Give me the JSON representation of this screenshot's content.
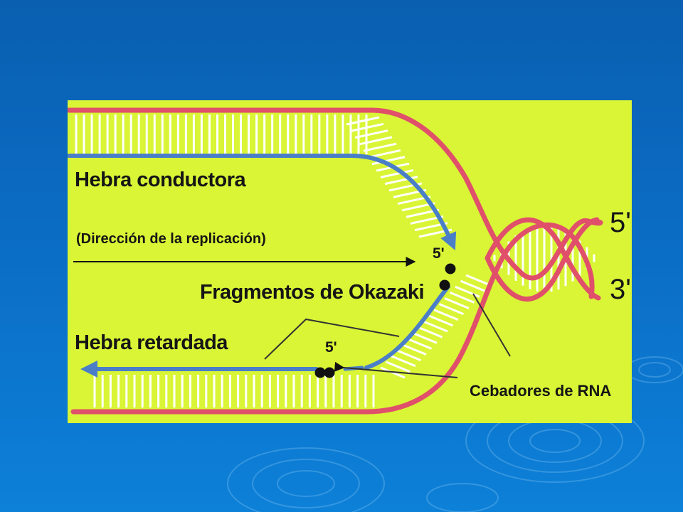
{
  "diagram": {
    "labels": {
      "leading_strand": "Hebra conductora",
      "replication_direction": "(Dirección de la replicación)",
      "okazaki_fragments": "Fragmentos de Okazaki",
      "lagging_strand": "Hebra retardada",
      "rna_primers": "Cebadores de RNA",
      "five_prime_end": "5'",
      "three_prime_end": "3'",
      "five_prime_upper_primer": "5'",
      "five_prime_lower_primer": "5'"
    },
    "colors": {
      "slide_background": "#0b6cc4",
      "panel_background": "#d9f536",
      "parent_strand": "#e0506a",
      "new_strand": "#4a7fc8",
      "base_pair": "#ffffff",
      "primer": "#111111",
      "text": "#151515"
    }
  }
}
